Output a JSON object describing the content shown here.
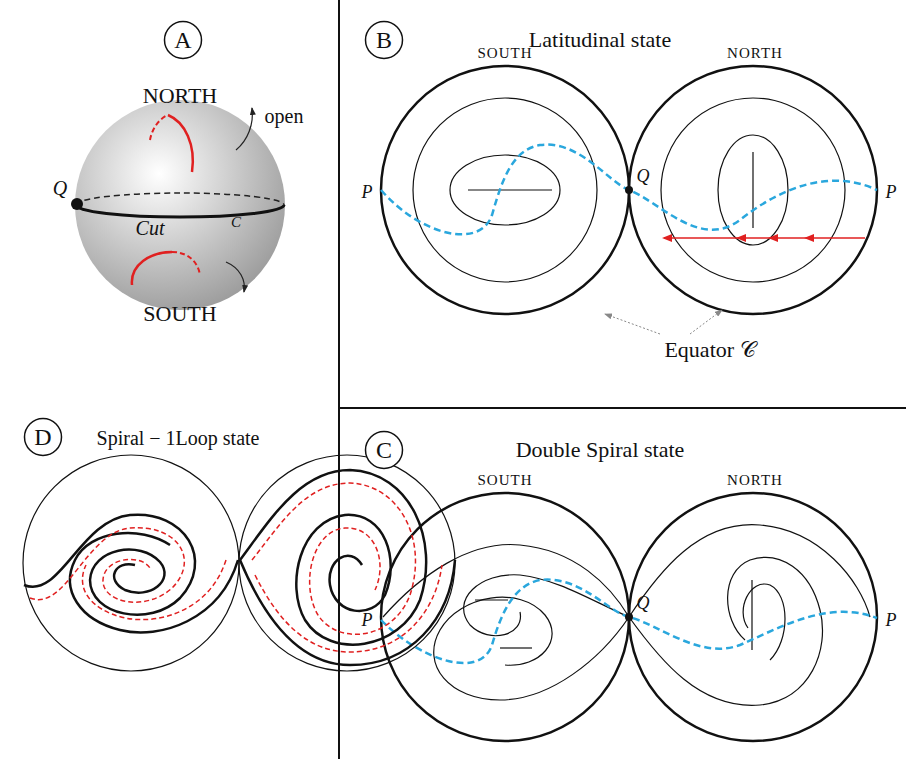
{
  "diagram": {
    "nodes": [
      {
        "text": [
          "A"
        ]
      },
      {
        "text": [
          "B"
        ]
      },
      {
        "text": [
          "D"
        ]
      },
      {
        "text": [
          "C"
        ]
      }
    ],
    "labels": [
      "NORTH",
      "Q",
      "Cut",
      "C",
      "open",
      "SOUTH",
      "Latitudinal state",
      "SOUTH",
      "NORTH",
      "P",
      "Q",
      "P",
      "Equator 𝒞",
      "Spiral − 1Loop state",
      "Double Spiral state",
      "SOUTH",
      "NORTH",
      "P",
      "Q",
      "P"
    ]
  }
}
